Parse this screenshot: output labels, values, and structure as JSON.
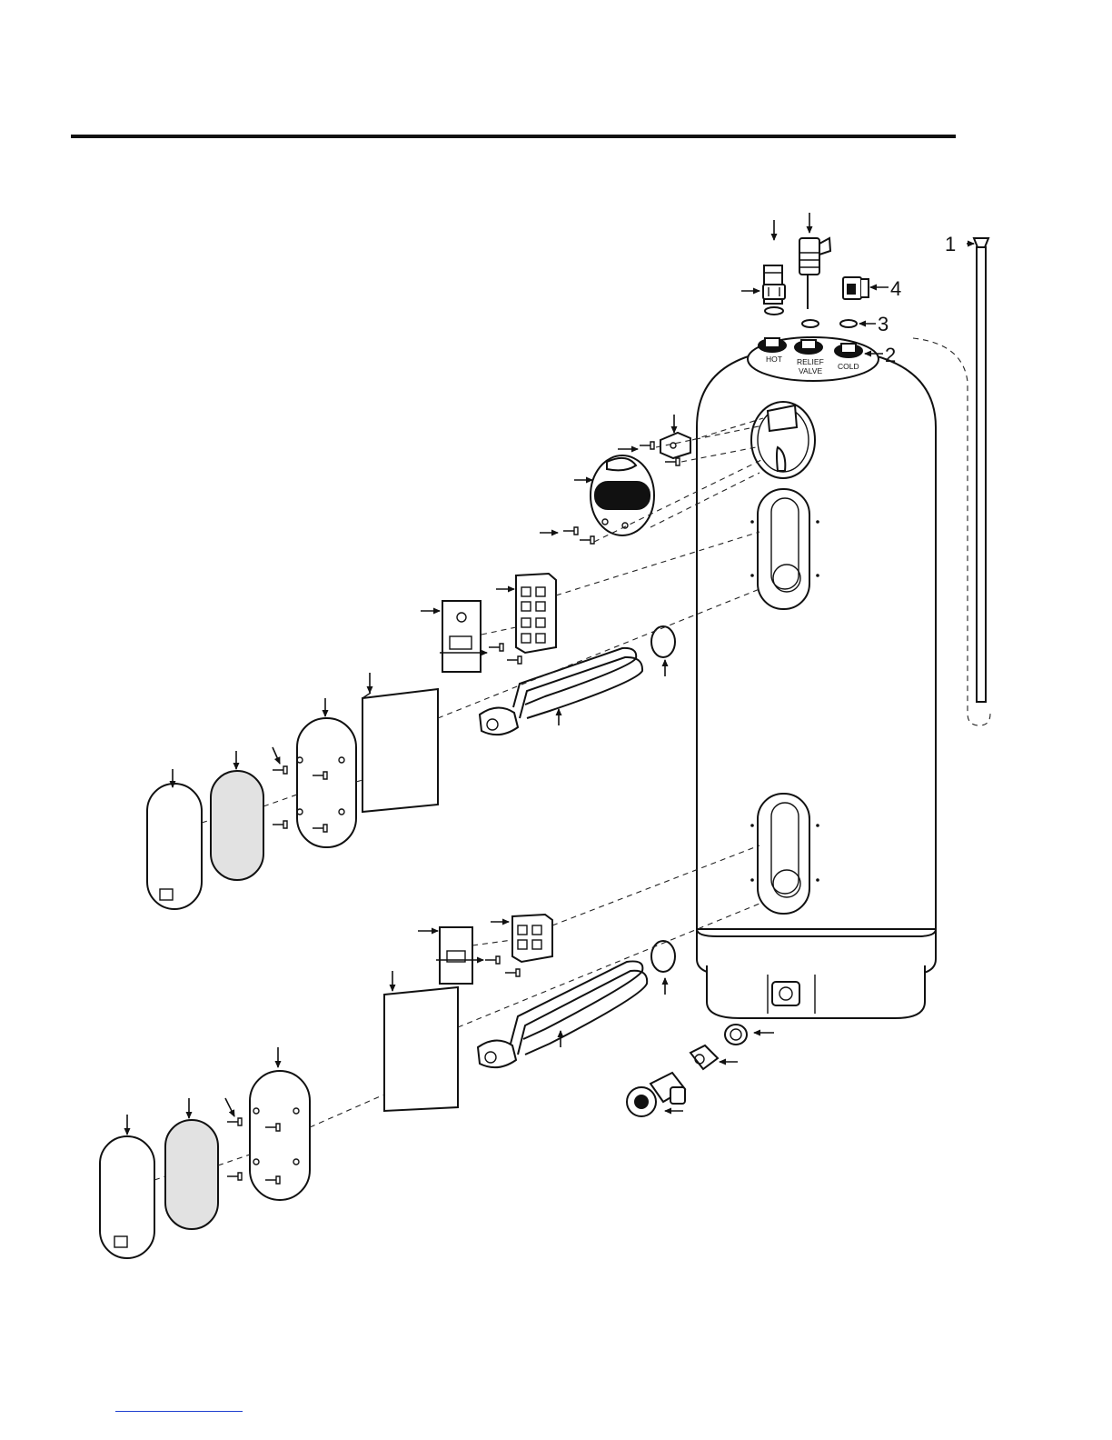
{
  "diagram": {
    "callouts": {
      "c1": "1",
      "c2": "2",
      "c3": "3",
      "c4": "4"
    },
    "port_labels": {
      "hot": "HOT",
      "relief_line1": "RELIEF",
      "relief_line2": "VALVE",
      "cold": "COLD"
    }
  },
  "colors": {
    "line": "#111111",
    "shade": "#e2e2e2",
    "footer_link": "#1f3fd0"
  }
}
